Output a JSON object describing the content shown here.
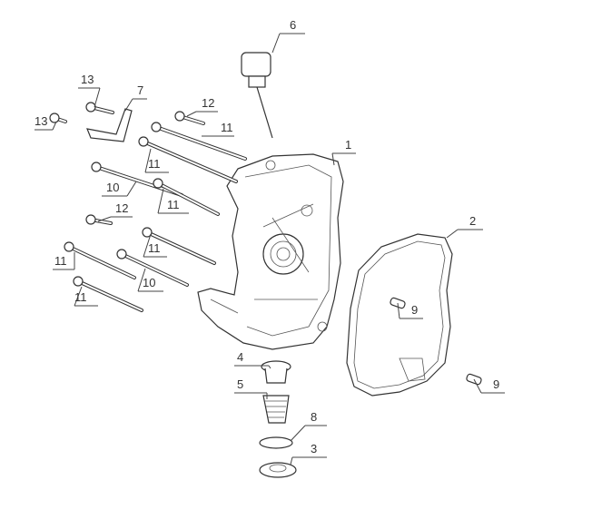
{
  "diagram": {
    "callouts": [
      {
        "id": "c6",
        "label": "6"
      },
      {
        "id": "c13a",
        "label": "13"
      },
      {
        "id": "c7",
        "label": "7"
      },
      {
        "id": "c12a",
        "label": "12"
      },
      {
        "id": "c13b",
        "label": "13"
      },
      {
        "id": "c11a",
        "label": "11"
      },
      {
        "id": "c1",
        "label": "1"
      },
      {
        "id": "c11b",
        "label": "11"
      },
      {
        "id": "c10a",
        "label": "10"
      },
      {
        "id": "c11c",
        "label": "11"
      },
      {
        "id": "c12b",
        "label": "12"
      },
      {
        "id": "c2",
        "label": "2"
      },
      {
        "id": "c11d",
        "label": "11"
      },
      {
        "id": "c11e",
        "label": "11"
      },
      {
        "id": "c10b",
        "label": "10"
      },
      {
        "id": "c11f",
        "label": "11"
      },
      {
        "id": "c9a",
        "label": "9"
      },
      {
        "id": "c4",
        "label": "4"
      },
      {
        "id": "c9b",
        "label": "9"
      },
      {
        "id": "c5",
        "label": "5"
      },
      {
        "id": "c8",
        "label": "8"
      },
      {
        "id": "c3",
        "label": "3"
      }
    ]
  }
}
